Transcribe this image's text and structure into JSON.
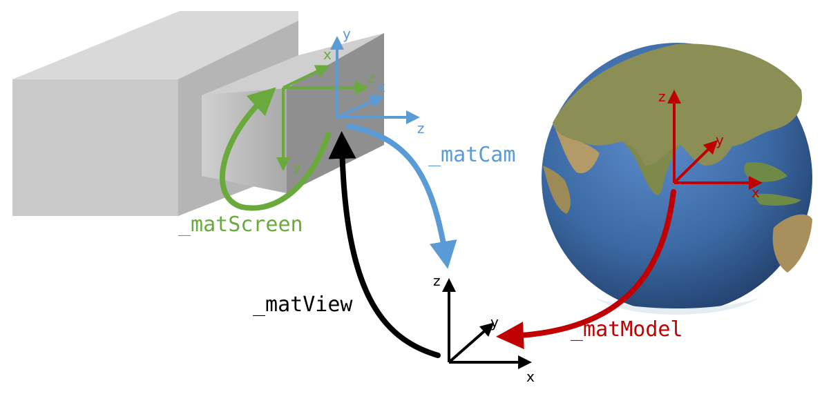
{
  "colors": {
    "green": "#6aaa3c",
    "blue": "#5b9bd5",
    "black": "#000000",
    "red": "#c00000",
    "box_top": "#d6d6d6",
    "box_front": "#c8c8c8",
    "box_side": "#b3b3b3",
    "inner_face": "#8c8c8c",
    "ocean": "#3e6fa8",
    "land": "#8a8f52"
  },
  "screen_axes": {
    "x": "x",
    "y": "y",
    "z": "z"
  },
  "camera_axes": {
    "x": "x",
    "y": "y",
    "z": "z"
  },
  "world_axes": {
    "x": "x",
    "y": "y",
    "z": "z"
  },
  "model_axes": {
    "x": "x",
    "y": "y",
    "z": "z"
  },
  "labels": {
    "screen": "_matScreen",
    "camera": "_matCam",
    "view": "_matView",
    "model": "_matModel"
  },
  "icons": {
    "camera_box": "box-3d-icon",
    "earth_globe": "globe-icon"
  }
}
